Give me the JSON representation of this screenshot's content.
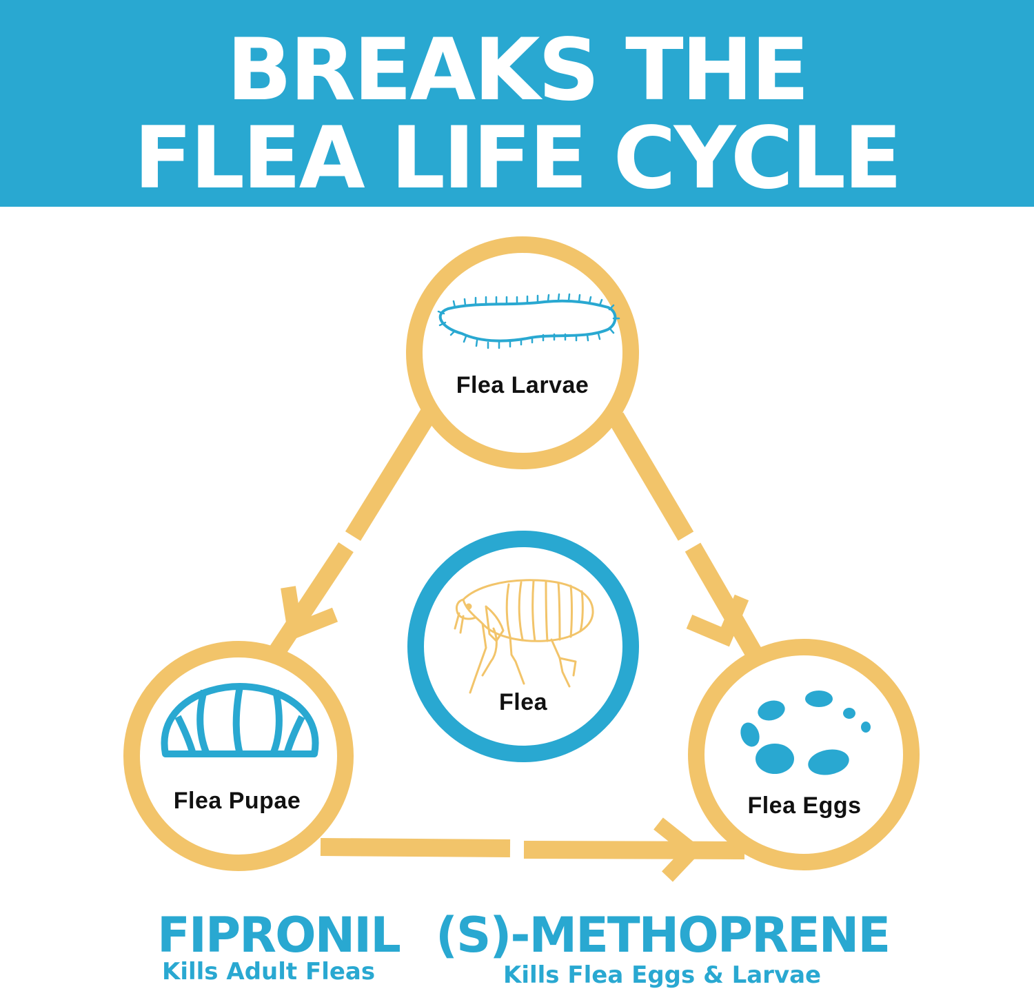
{
  "header": {
    "line1": "BREAKS THE",
    "line2": "FLEA LIFE CYCLE",
    "background": "#29a8d1"
  },
  "colors": {
    "ring": "#f2c46a",
    "accent": "#29a8d1",
    "text": "#111111"
  },
  "cycle": {
    "center": {
      "label": "Flea",
      "icon": "flea-icon"
    },
    "stages": [
      {
        "label": "Flea Larvae",
        "icon": "larva-icon"
      },
      {
        "label": "Flea Eggs",
        "icon": "eggs-icon"
      },
      {
        "label": "Flea Pupae",
        "icon": "pupa-icon"
      }
    ]
  },
  "ingredients": [
    {
      "name": "FIPRONIL",
      "description": "Kills Adult Fleas"
    },
    {
      "name": "(S)-METHOPRENE",
      "description": "Kills Flea Eggs & Larvae"
    }
  ]
}
